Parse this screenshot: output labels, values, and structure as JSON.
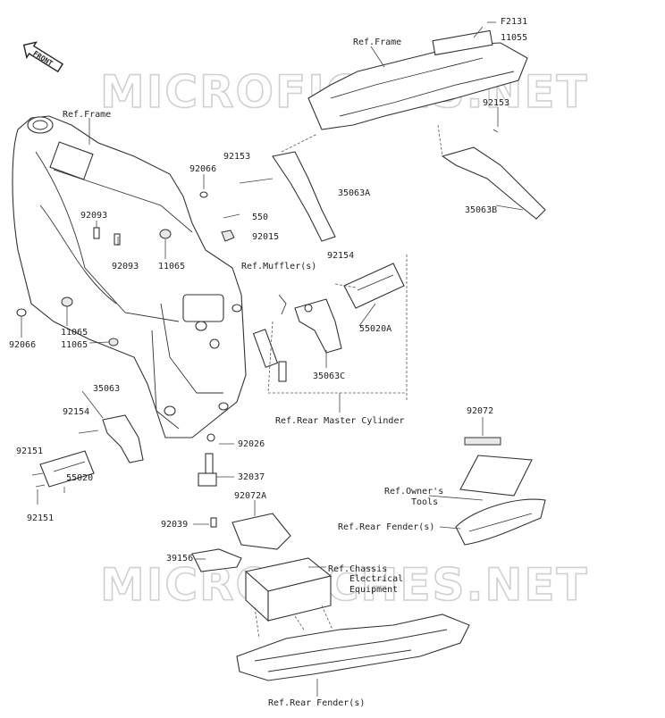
{
  "diagram": {
    "front_badge": "FRONT",
    "watermark": "MICROFICHES.NET",
    "labels": {
      "f2131": "F2131",
      "p11055": "11055",
      "ref_frame_top": "Ref.Frame",
      "p92153_right": "92153",
      "ref_frame_left": "Ref.Frame",
      "p92066_top": "92066",
      "p92153_mid": "92153",
      "p35063a": "35063A",
      "p35063b": "35063B",
      "p92093_a": "92093",
      "p92093_b": "92093",
      "p11065_a": "11065",
      "p550": "550",
      "p92015": "92015",
      "ref_muffler": "Ref.Muffler(s)",
      "p92154_top": "92154",
      "p55020a": "55020A",
      "p92066_left": "92066",
      "p11065_b": "11065",
      "p11065_c": "11065",
      "p35063c": "35063C",
      "p35063": "35063",
      "p92154_left": "92154",
      "ref_rear_master": "Ref.Rear Master Cylinder",
      "p92072": "92072",
      "p92151_a": "92151",
      "p92026": "92026",
      "p55020": "55020",
      "p32037": "32037",
      "p92072a": "92072A",
      "ref_owners_line1": "Ref.Owner's",
      "ref_owners_line2": "Tools",
      "p92151_b": "92151",
      "ref_rear_fender_right": "Ref.Rear Fender(s)",
      "p92039": "92039",
      "p39156": "39156",
      "ref_chassis_line1": "Ref.Chassis",
      "ref_chassis_line2": "Electrical",
      "ref_chassis_line3": "Equipment",
      "ref_rear_fender_bottom": "Ref.Rear Fender(s)"
    }
  }
}
